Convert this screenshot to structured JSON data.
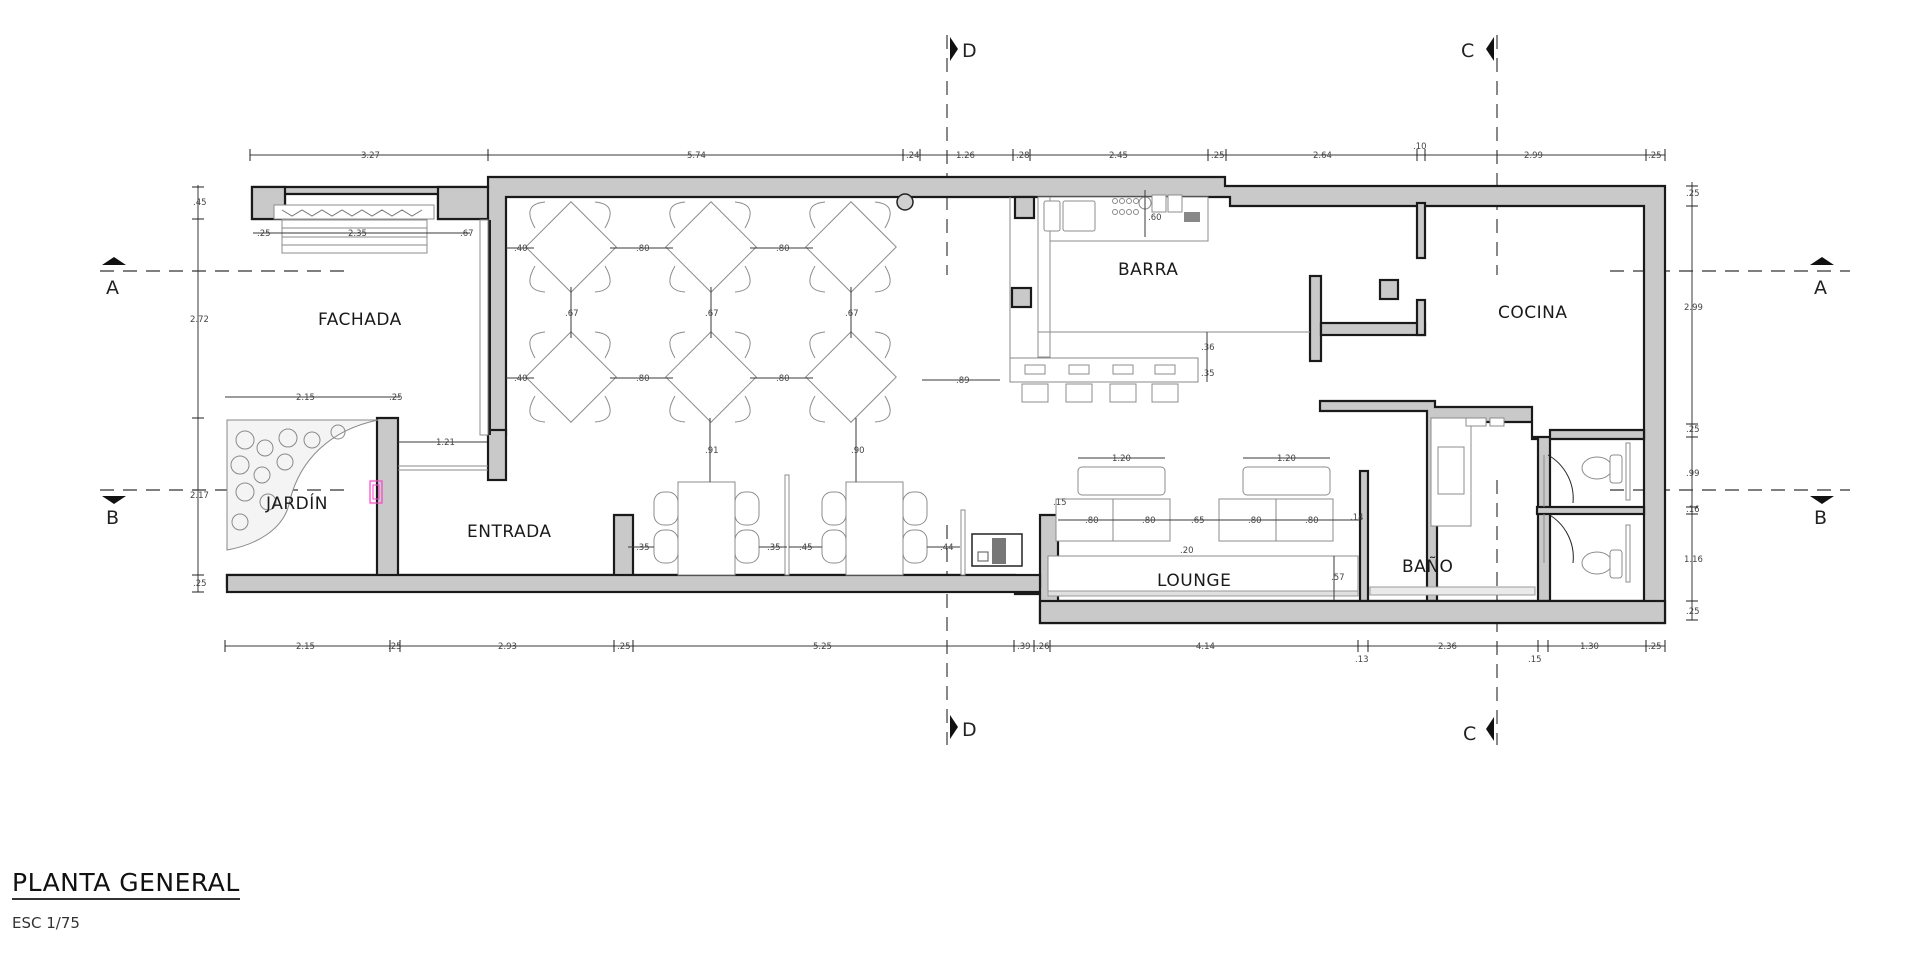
{
  "title_block": {
    "title": "PLANTA GENERAL",
    "scale": "ESC 1/75"
  },
  "rooms": {
    "fachada": "FACHADA",
    "jardin": "JARDÍN",
    "entrada": "ENTRADA",
    "barra": "BARRA",
    "cocina": "COCINA",
    "lounge": "LOUNGE",
    "bano": "BAÑO"
  },
  "section_markers": {
    "a_left": "A",
    "a_right": "A",
    "b_left": "B",
    "b_right": "B",
    "c_top": "C",
    "c_bottom": "C",
    "d_top": "D",
    "d_bottom": "D"
  },
  "dimensions": {
    "top": [
      "3.27",
      "5.74",
      ".24",
      "1.26",
      ".28",
      "2.45",
      ".25",
      "2.64",
      ".10",
      "2.99",
      ".25"
    ],
    "bottom": [
      "2.15",
      ".25",
      "2.93",
      ".25",
      "5.25",
      ".39",
      ".26",
      "4.14",
      ".13",
      "2.36",
      ".15",
      "1.30",
      ".25"
    ],
    "left": [
      ".45",
      "2.72",
      "2.17",
      ".25"
    ],
    "right": [
      ".25",
      "2.99",
      ".25",
      ".99",
      ".16",
      "1.16",
      ".25"
    ],
    "interior": {
      "fachada_bench": [
        "2.35",
        ".25",
        ".67"
      ],
      "jardin_width": [
        "2.15",
        ".25"
      ],
      "entrada_door": "1.21",
      "tables_h": [
        ".40",
        ".80",
        ".80",
        ".40",
        ".80",
        ".80"
      ],
      "tables_v": [
        ".67",
        ".67",
        ".67"
      ],
      "bar_gap": ".89",
      "booth_v": [
        ".91",
        ".90"
      ],
      "booth_h": [
        ".35",
        ".35",
        ".45",
        ".44"
      ],
      "barra": [
        ".60",
        ".36",
        ".35"
      ],
      "lounge": [
        "1.20",
        "1.20",
        ".15",
        ".80",
        ".80",
        ".65",
        ".80",
        ".80",
        ".14",
        ".20",
        ".57"
      ]
    }
  },
  "colors": {
    "wall_fill": "#c9c9c9",
    "wall_stroke": "#1a1a1a",
    "marker_pink": "#ff3fd0"
  }
}
